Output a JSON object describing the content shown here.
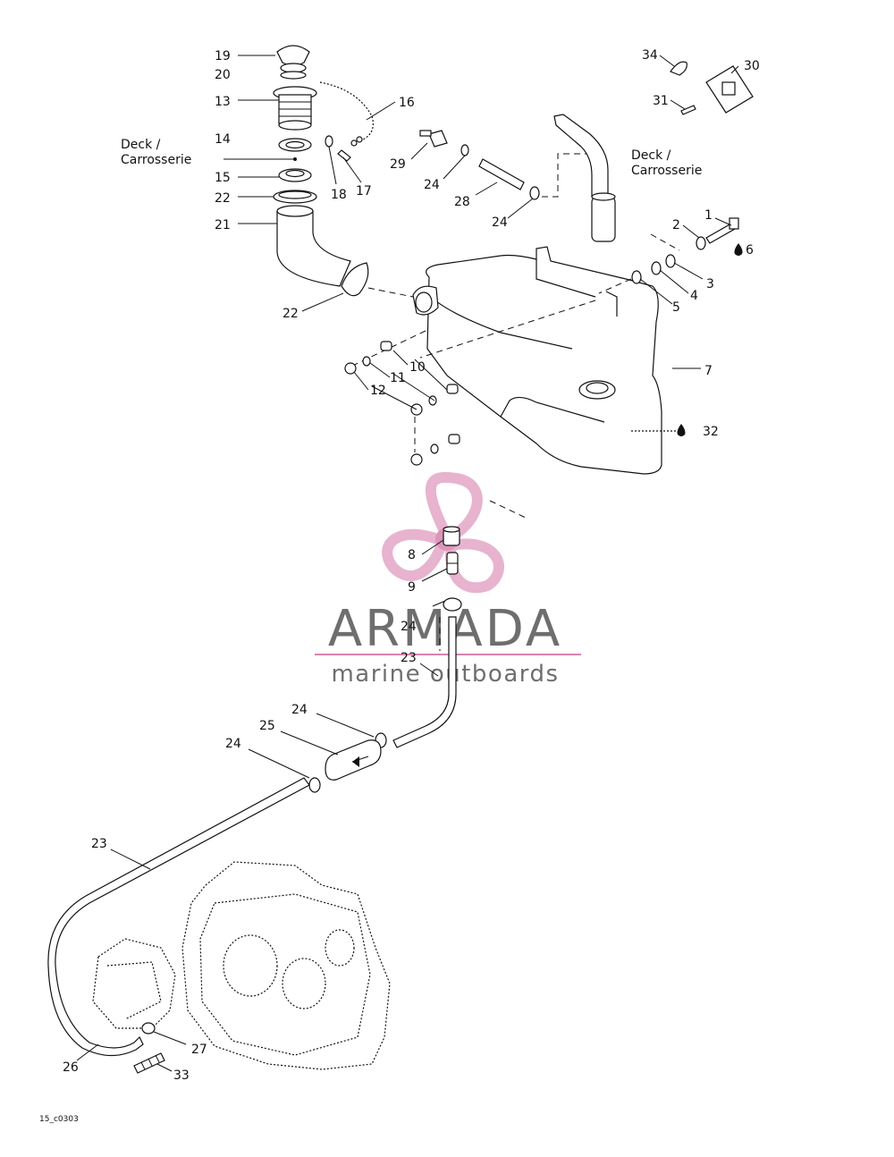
{
  "diagram": {
    "callouts": {
      "c1": "1",
      "c2": "2",
      "c3": "3",
      "c4": "4",
      "c5": "5",
      "c6": "6",
      "c7": "7",
      "c8": "8",
      "c9": "9",
      "c10": "10",
      "c11": "11",
      "c12": "12",
      "c13": "13",
      "c14": "14",
      "c15": "15",
      "c16": "16",
      "c17": "17",
      "c18": "18",
      "c19": "19",
      "c20": "20",
      "c21": "21",
      "c22a": "22",
      "c22b": "22",
      "c23a": "23",
      "c23b": "23",
      "c24a": "24",
      "c24b": "24",
      "c24c": "24",
      "c24d": "24",
      "c24e": "24",
      "c25": "25",
      "c26": "26",
      "c27": "27",
      "c28": "28",
      "c29": "29",
      "c30": "30",
      "c31": "31",
      "c32": "32",
      "c33": "33",
      "c34": "34"
    },
    "deck_left": {
      "line1": "Deck /",
      "line2": "Carrosserie"
    },
    "deck_right": {
      "line1": "Deck /",
      "line2": "Carrosserie"
    },
    "drawing_code": "15_c0303"
  },
  "watermark": {
    "brand": "ARMADA",
    "tagline": "marine outboards",
    "logo": "propeller-logo",
    "colors": {
      "logo": "#e3a6c6",
      "logo_hub": "#d883b0",
      "text": "#6e6e6e",
      "rule": "#d883b0"
    }
  }
}
